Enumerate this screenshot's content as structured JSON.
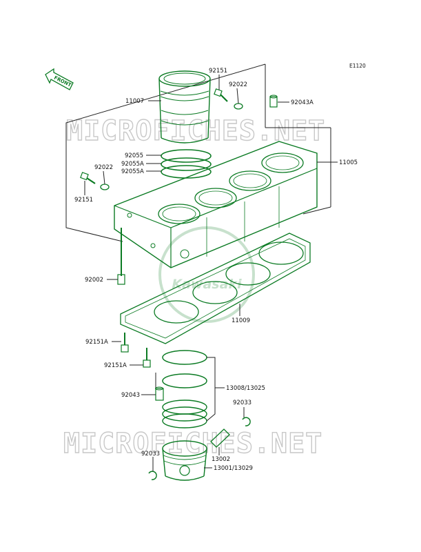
{
  "diagram": {
    "ref_code": "E1120",
    "front_arrow_label": "FRONT",
    "watermark_top": "MICROFICHES.NET",
    "watermark_bottom": "MICROFICHES.NET",
    "logo_text": "Kawasaki",
    "colors": {
      "part_line": "#0a7a22",
      "leader": "#1f1f1f",
      "watermark": "#c8c8c8"
    },
    "labels": {
      "p11007": "11007",
      "p92151_top": "92151",
      "p92022_top": "92022",
      "p92043A": "92043A",
      "p11005": "11005",
      "p92055": "92055",
      "p92055A_1": "92055A",
      "p92055A_2": "92055A",
      "p92022_left": "92022",
      "p92151_left": "92151",
      "p92002": "92002",
      "p11009": "11009",
      "p92151A_1": "92151A",
      "p92151A_2": "92151A",
      "p92043": "92043",
      "p13008": "13008/13025",
      "p92033_right": "92033",
      "p13002": "13002",
      "p92033_left": "92033",
      "p13001": "13001/13029"
    }
  }
}
